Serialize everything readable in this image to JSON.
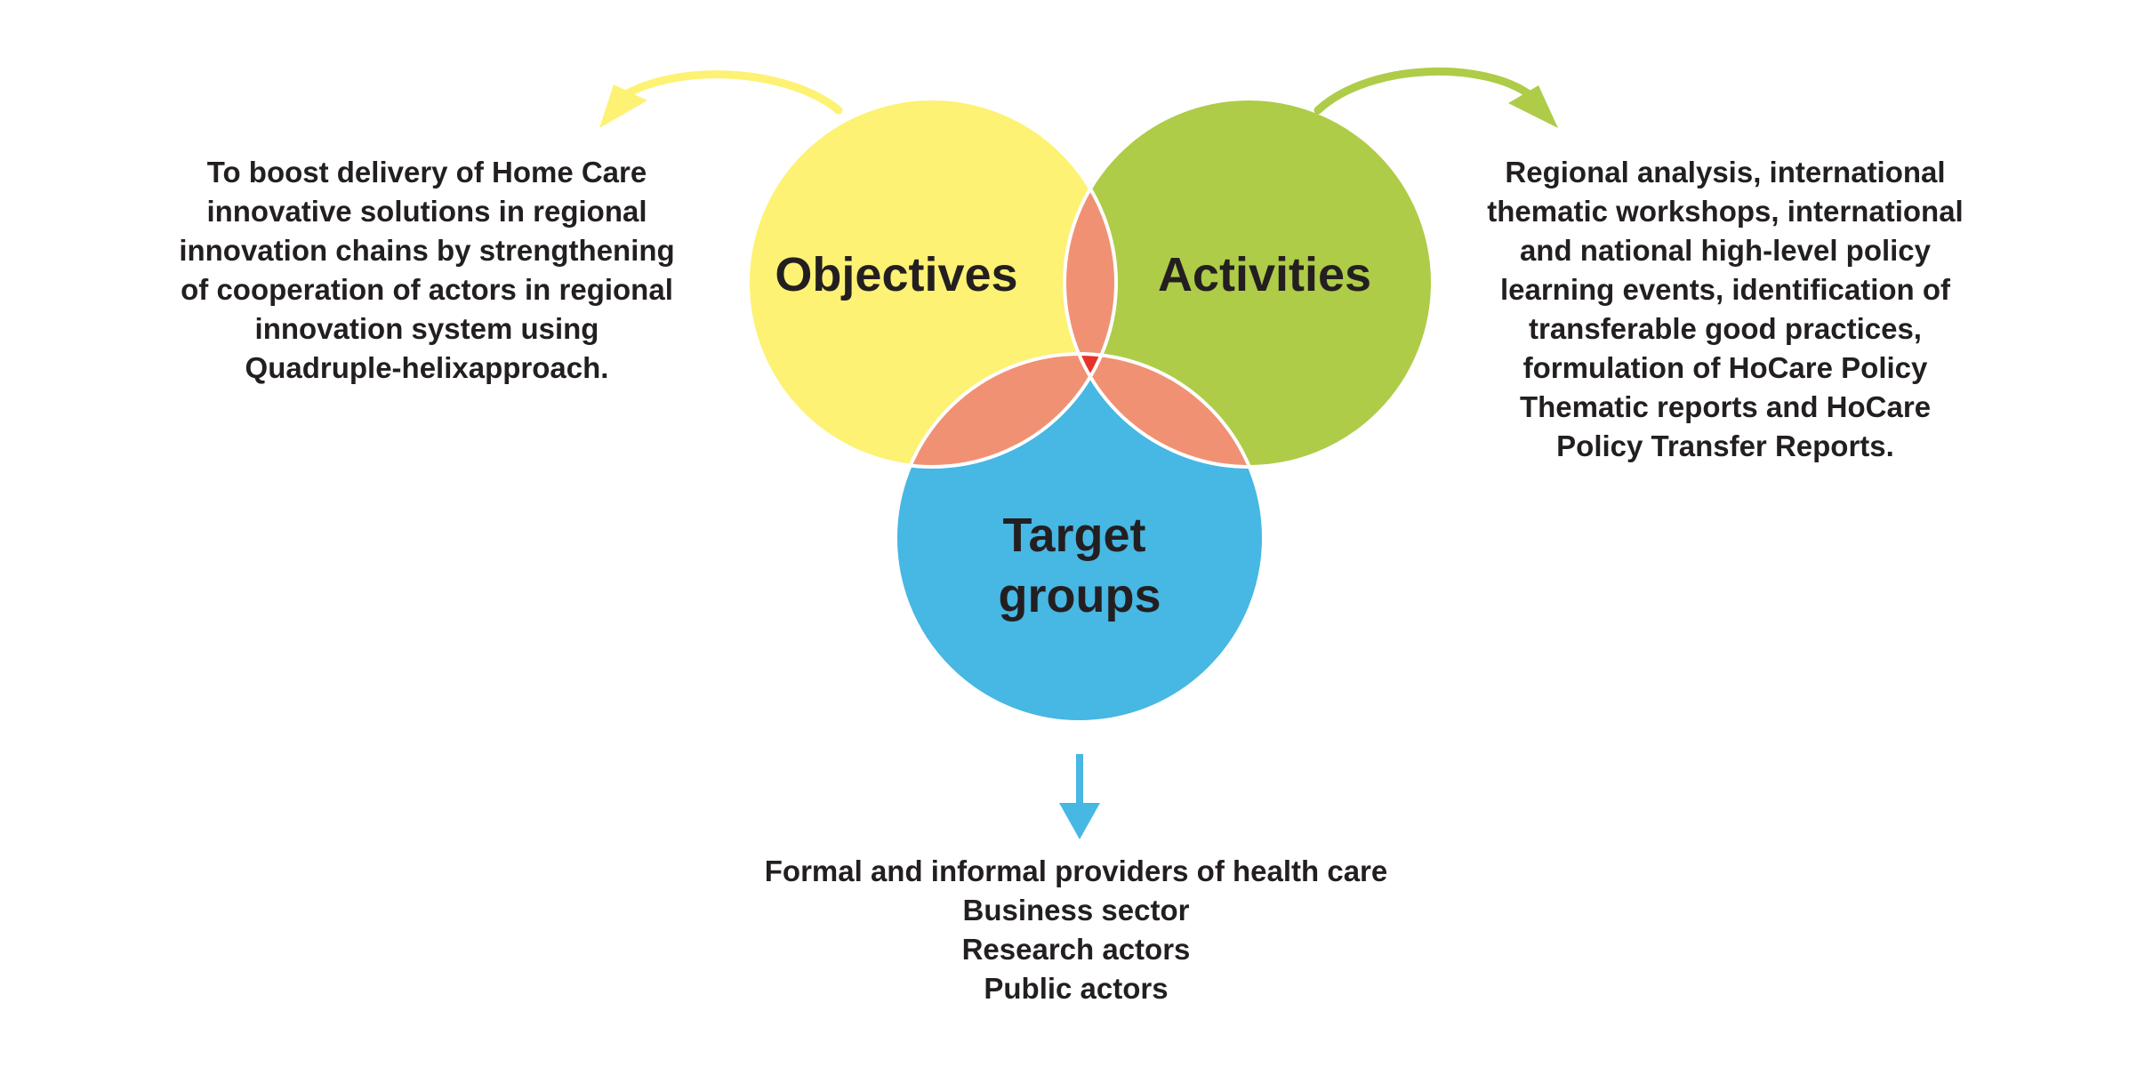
{
  "diagram": {
    "circles": {
      "objectives": {
        "label": "Objectives",
        "color": "#fdf273"
      },
      "activities": {
        "label": "Activities",
        "color": "#aecc48"
      },
      "target_groups": {
        "label_lines": [
          "Target",
          "groups"
        ],
        "color": "#47b7e3"
      }
    },
    "overlap_color": "#f19173",
    "center_color": "#e6332a",
    "outline_color": "#ffffff"
  },
  "descriptions": {
    "objectives": {
      "lines": [
        "To boost delivery of Home Care",
        "innovative solutions in regional",
        "innovation chains by strengthening",
        "of cooperation of actors in regional",
        "innovation system using",
        "Quadruple-helixapproach."
      ]
    },
    "activities": {
      "lines": [
        "Regional analysis, international",
        "thematic workshops, international",
        "and national high-level policy",
        "learning events, identification of",
        "transferable good practices,",
        "formulation of HoCare Policy",
        "Thematic reports and HoCare",
        "Policy Transfer Reports."
      ]
    },
    "target_groups": {
      "lines": [
        "Formal and informal providers of health care",
        "Business sector",
        "Research actors",
        "Public actors"
      ]
    }
  },
  "arrows": {
    "objectives": {
      "color": "#fdf273",
      "icon": "curved-arrow-left"
    },
    "activities": {
      "color": "#aecc48",
      "icon": "curved-arrow-right"
    },
    "target_groups": {
      "color": "#47b7e3",
      "icon": "arrow-down"
    }
  }
}
